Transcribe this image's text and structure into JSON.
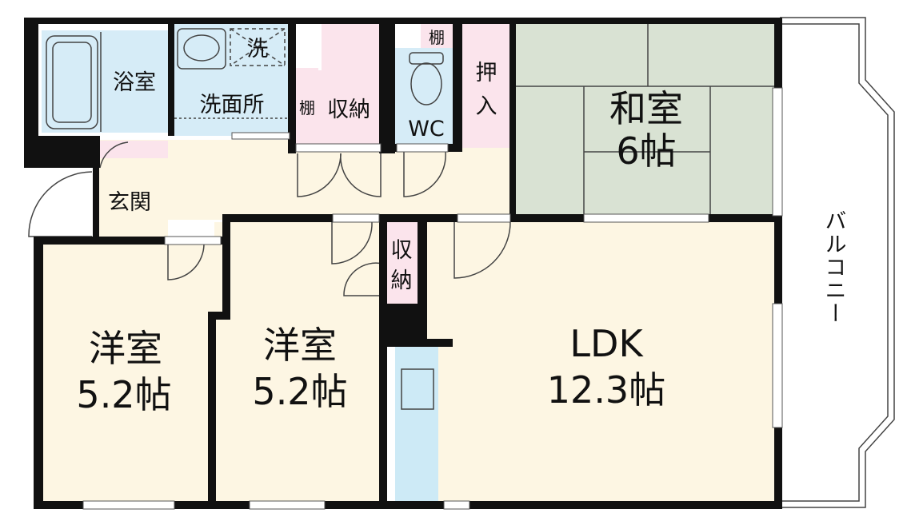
{
  "colors": {
    "floor": "#fdf6e3",
    "bath": "#d6ecf7",
    "storage": "#fbe4ec",
    "tatami": "#d9e2d3",
    "wall": "#111111",
    "line": "#666666",
    "kitchen": "#cdeaf6"
  },
  "rooms": {
    "bath": "浴室",
    "washroom": "洗面所",
    "washer": "洗",
    "shelf_small": "棚",
    "shelf_top": "棚",
    "storage_hall": "収納",
    "toilet": "WC",
    "oshiire_1": "押",
    "oshiire_2": "入",
    "washitsu_name": "和室",
    "washitsu_size": "6帖",
    "entrance": "玄関",
    "balcony": "バルコニー",
    "storage_mid_1": "収",
    "storage_mid_2": "納",
    "youshitsu1_name": "洋室",
    "youshitsu1_size": "5.2帖",
    "youshitsu2_name": "洋室",
    "youshitsu2_size": "5.2帖",
    "ldk_name": "LDK",
    "ldk_size": "12.3帖"
  }
}
